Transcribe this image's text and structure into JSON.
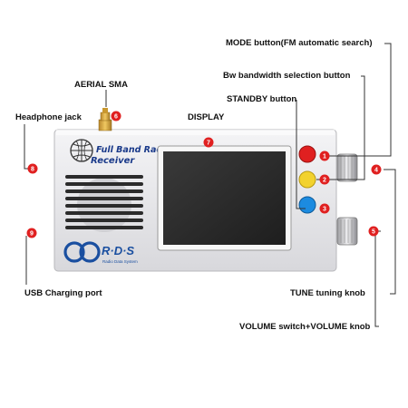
{
  "labels": {
    "mode": "MODE button(FM automatic search)",
    "bw": "Bw bandwidth selection button",
    "standby": "STANDBY button",
    "aerial": "AERIAL SMA",
    "display": "DISPLAY",
    "headphone": "Headphone jack",
    "usb": "USB Charging port",
    "tune": "TUNE tuning knob",
    "volume": "VOLUME switch+VOLUME knob"
  },
  "markers": {
    "m1": "1",
    "m2": "2",
    "m3": "3",
    "m4": "4",
    "m5": "5",
    "m6": "6",
    "m7": "7",
    "m8": "8",
    "m9": "9"
  },
  "logo": {
    "line1": "Full Band Radio",
    "line2": "Receiver",
    "rds": "R·D·S",
    "rds_sub": "Radio Data System"
  },
  "colors": {
    "marker": "#e02020",
    "leader": "#333333",
    "button_red": "#e02020",
    "button_yellow": "#f2d22e",
    "button_blue": "#1c8be0",
    "screen": "#2a2a2a",
    "casing": "#e9e9ec"
  }
}
